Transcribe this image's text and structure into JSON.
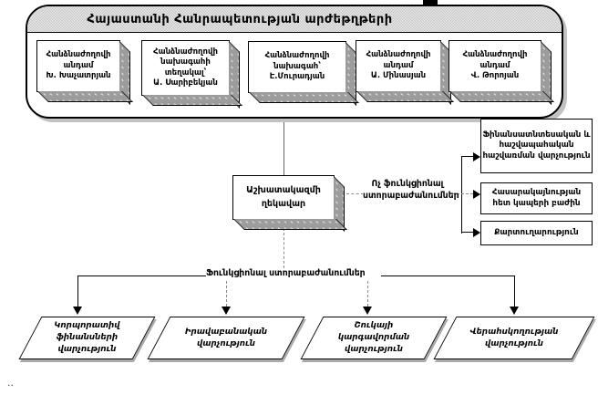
{
  "title": "Հայաստանի Հանրապետության արժեթղթերի",
  "commission_members": [
    {
      "lines": [
        "Հանձնաժողովի",
        "անդամ",
        "Խ. Խաչատրյան"
      ]
    },
    {
      "lines": [
        "Հանձնաժողովի",
        "նախագահի",
        "տեղակալ՝",
        "Ա. Սարիբեկյան"
      ]
    },
    {
      "lines": [
        "Հանձնաժողովի",
        "նախագահ՝",
        "Է.Մուրադյան"
      ]
    },
    {
      "lines": [
        "Հանձնաժողովի",
        "անդամ",
        "Ա. Մինասյան"
      ]
    },
    {
      "lines": [
        "Հանձնաժողովի",
        "անդամ",
        "Վ. Թորոյան"
      ]
    }
  ],
  "staff_head": {
    "lines": [
      "Աշխատակազմի",
      "ղեկավար"
    ]
  },
  "non_functional": {
    "label_lines": [
      "Ոչ ֆունկցիոնալ",
      "ստորաբաժանումներ"
    ],
    "units": [
      {
        "lines": [
          "Ֆինանսատնտեսական և",
          "հաշվապահական",
          "հաշվառման վարչություն"
        ]
      },
      {
        "lines": [
          "Հասարակայնության",
          "հետ կապերի բաժին"
        ]
      },
      {
        "lines": [
          "Քարտուղարություն"
        ]
      }
    ]
  },
  "functional": {
    "label": "Ֆունկցիոնալ ստորաբաժանումներ",
    "units": [
      {
        "lines": [
          "Կորպորատիվ",
          "ֆինանսների",
          "վարչություն"
        ]
      },
      {
        "lines": [
          "Իրավաբանական",
          "վարչություն"
        ]
      },
      {
        "lines": [
          "Շուկայի",
          "կարգավորման",
          "վարչություն"
        ]
      },
      {
        "lines": [
          "Վերահսկողության",
          "վարչություն"
        ]
      }
    ]
  },
  "page_artifact": "..",
  "colors": {
    "shadow_gray": "#9c9c9c",
    "band_gray": "#d9d9d9",
    "connector_gray": "#8a8a8a",
    "line_black": "#000000"
  }
}
